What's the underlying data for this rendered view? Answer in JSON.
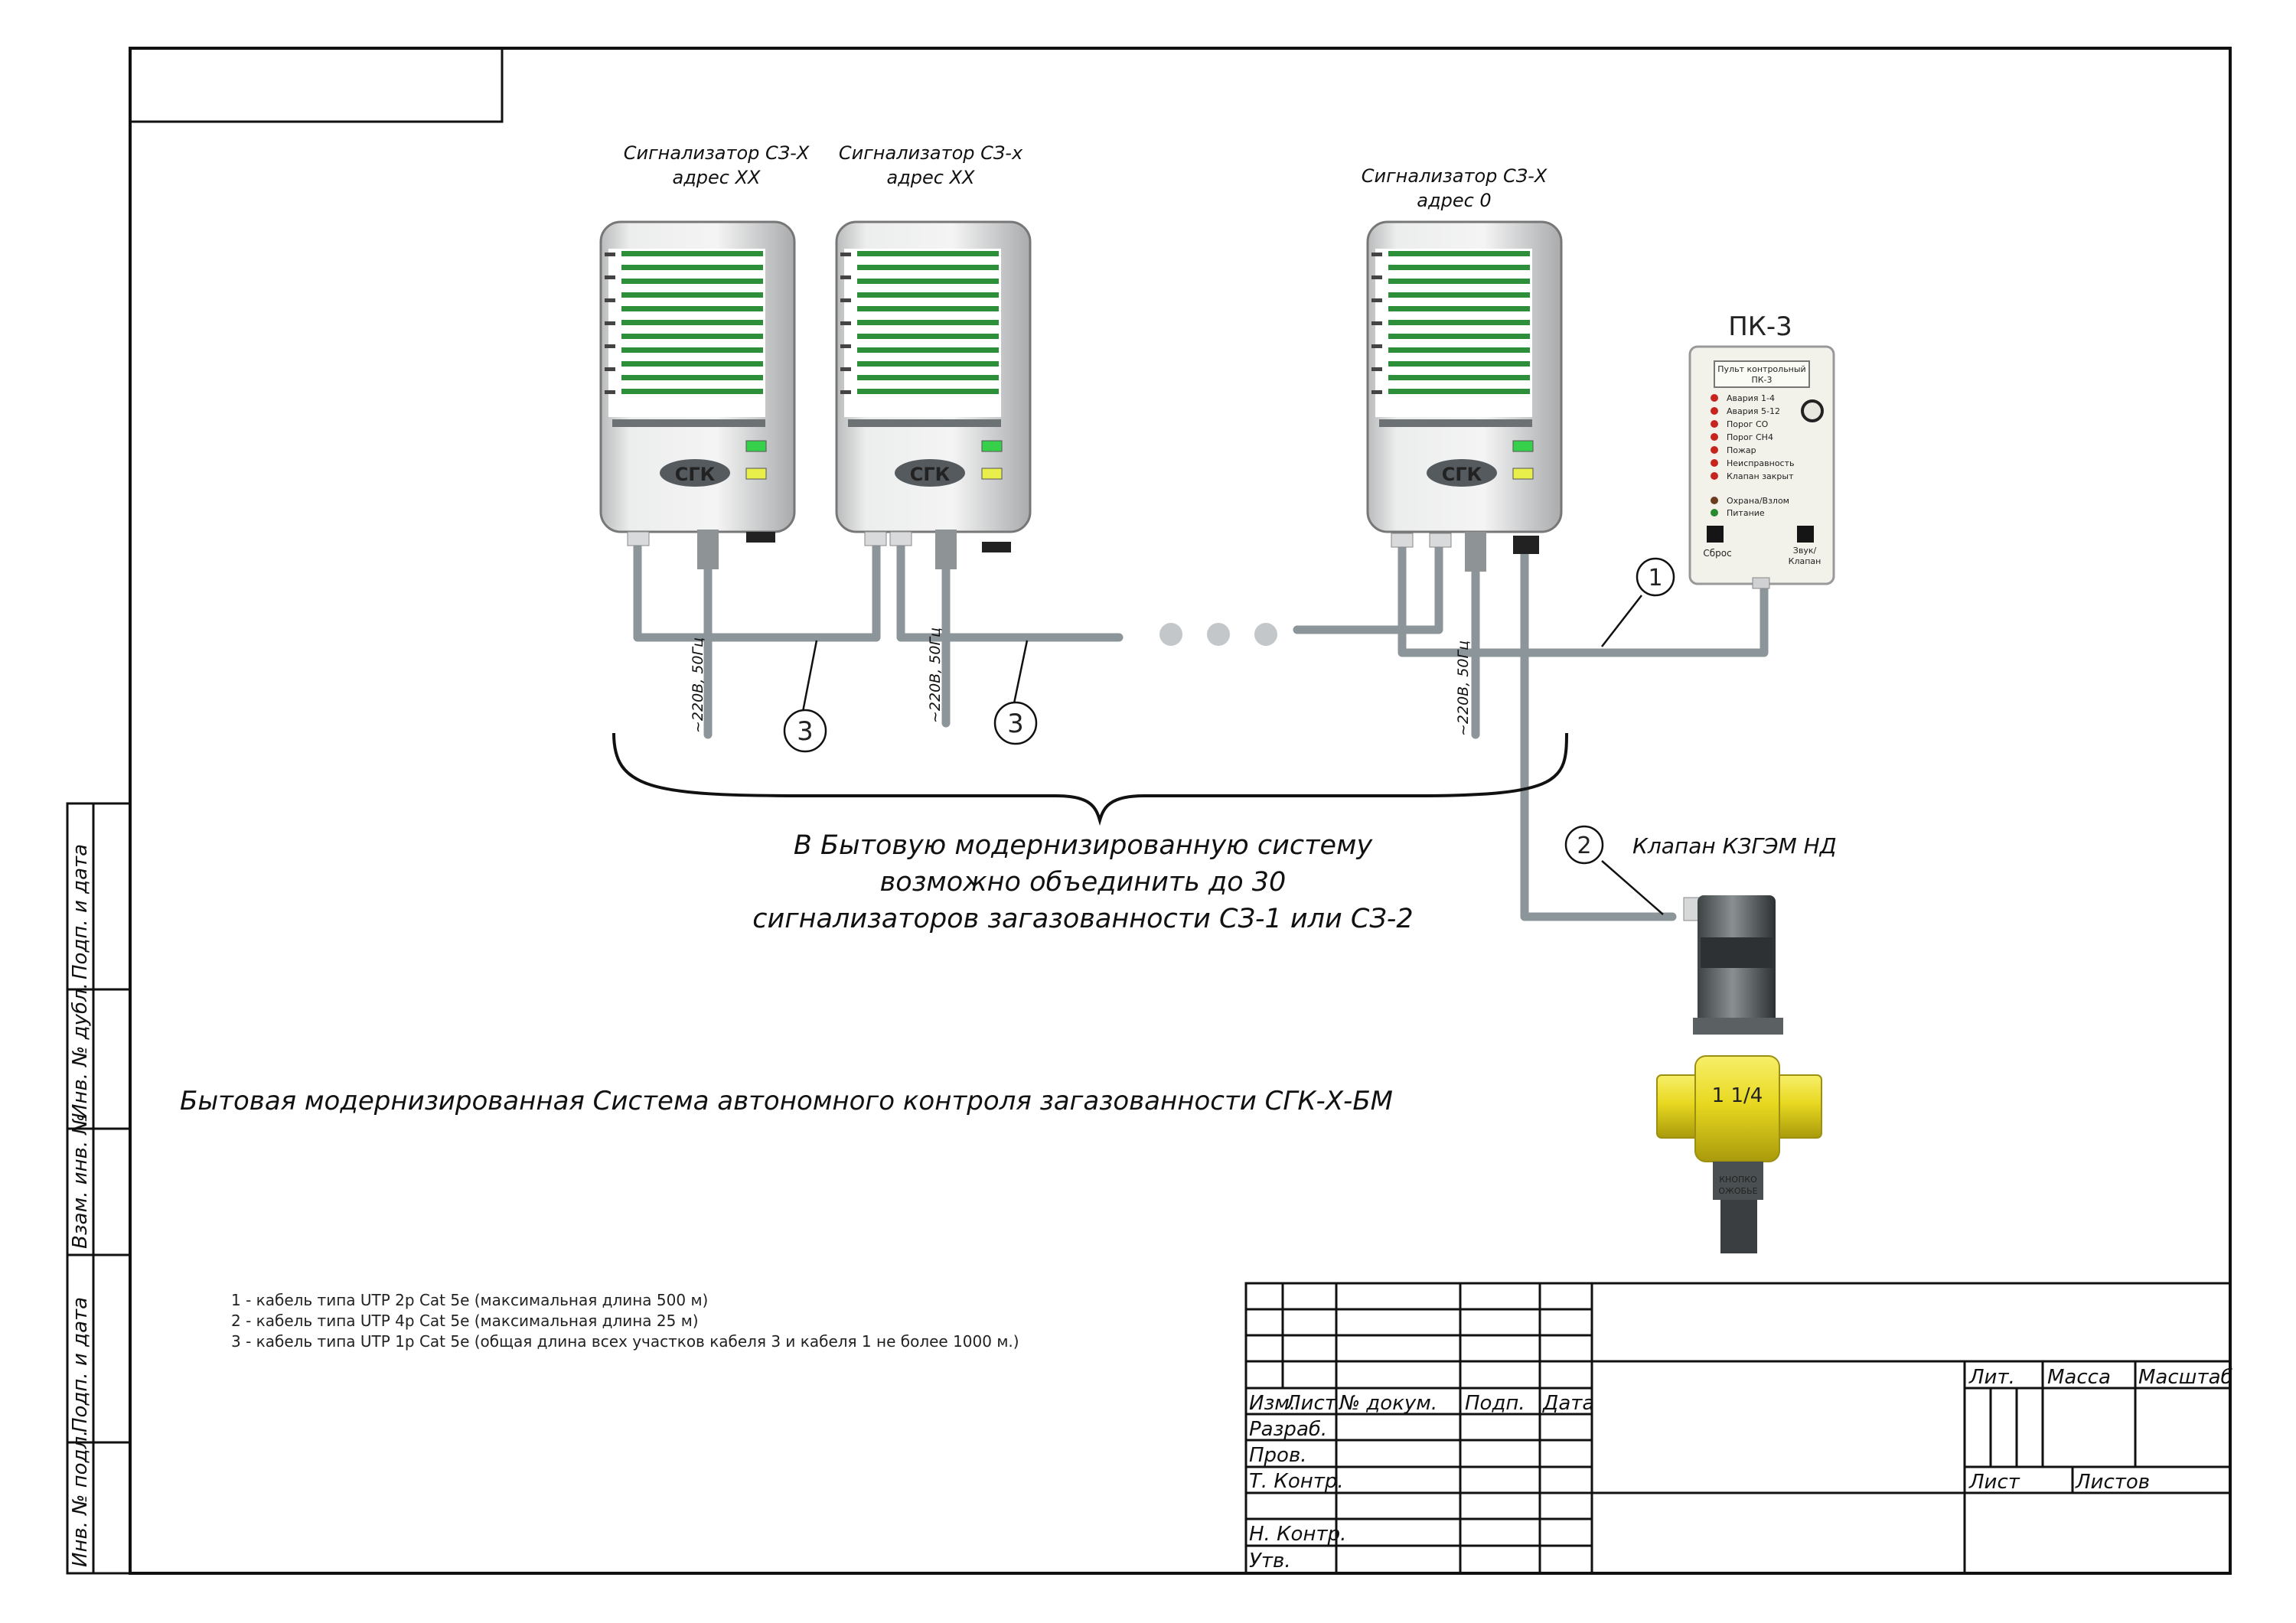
{
  "diagram": {
    "detectors": [
      {
        "title": "Сигнализатор СЗ-Х",
        "address": "адрес ХХ",
        "brand": "СГК",
        "power_label": "~220В, 50Гц"
      },
      {
        "title": "Сигнализатор СЗ-х",
        "address": "адрес ХХ",
        "brand": "СГК",
        "power_label": "~220В, 50Гц"
      },
      {
        "title": "Сигнализатор СЗ-Х",
        "address": "адрес 0",
        "brand": "СГК",
        "power_label": "~220В, 50Гц"
      }
    ],
    "panel": {
      "title": "ПК-3",
      "header_line1": "Пульт контрольный",
      "header_line2": "ПК-3",
      "indicators": [
        "Авария 1-4",
        "Авария 5-12",
        "Порог СО",
        "Порог СН4",
        "Пожар",
        "Неисправность",
        "Клапан закрыт"
      ],
      "indicators2": [
        "Охрана/Взлом",
        "Питание"
      ],
      "reset_label": "Сброс",
      "sound_label_1": "Звук/",
      "sound_label_2": "Клапан"
    },
    "valve": {
      "title": "Клапан КЗГЭМ НД",
      "body_text": "1 1/4",
      "body_line1": "КНОПКО",
      "body_line2": "ОЖОБЬЕ"
    },
    "cable_markers": [
      "1",
      "2",
      "3",
      "3"
    ],
    "note": [
      "В Бытовую модернизированную систему",
      "возможно объединить до 30",
      "сигнализаторов загазованности СЗ-1 или СЗ-2"
    ],
    "main_title": "Бытовая модернизированная Система автономного контроля загазованности СГК-Х-БМ",
    "legend": [
      "1 - кабель типа UTP 2р Cat 5е (максимальная длина 500 м)",
      "2 - кабель типа UTP 4р Cat 5е (максимальная длина  25 м)",
      "3 - кабель типа UTP 1р Cat 5е (общая длина всех участков кабеля 3 и кабеля 1  не более 1000 м.)"
    ]
  },
  "frame": {
    "side_labels": [
      "Подп. и дата",
      "Инв. № дубл.",
      "Взам. инв. №",
      "Подп. и дата",
      "Инв. № подл."
    ],
    "stamp": {
      "col_headers": [
        "Изм.",
        "Лист",
        "№ докум.",
        "Подп.",
        "Дата"
      ],
      "rows": [
        "Разраб.",
        "Пров.",
        "Т. Контр.",
        "Н. Контр.",
        "Утв."
      ],
      "lit": "Лит.",
      "mass": "Масса",
      "scale": "Масштаб",
      "sheet": "Лист",
      "sheets": "Листов"
    }
  }
}
